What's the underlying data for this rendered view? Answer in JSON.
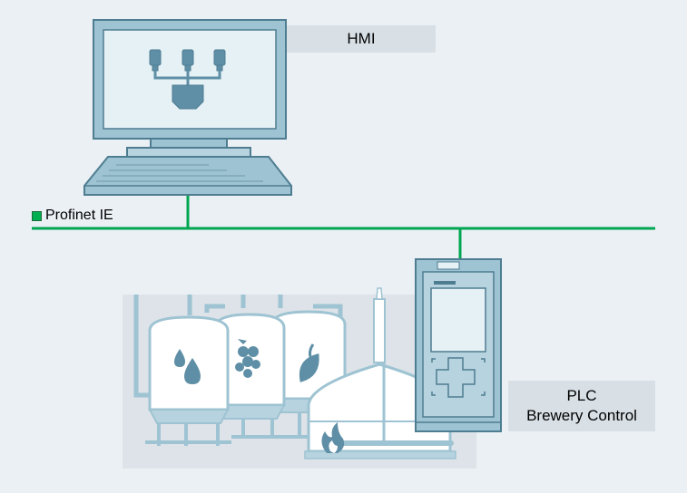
{
  "hmi": {
    "label": "HMI"
  },
  "network": {
    "label": "Profinet IE",
    "color": "#00a651"
  },
  "plc": {
    "label_line1": "PLC",
    "label_line2": "Brewery Control"
  },
  "colors": {
    "background": "#ebf0f5",
    "device_fill": "#9ec3d2",
    "device_stroke": "#4e7d91",
    "screen_fill": "#e6f1f6",
    "tank_fill": "#ffffff",
    "icon_fill": "#5f8fa6",
    "plant_bg": "#dde3e8",
    "label_bg": "#d8e0e6"
  },
  "icons": [
    "monitor-icon",
    "keyboard-icon",
    "tank-network-icon",
    "water-drop-icon",
    "hops-icon",
    "leaf-icon",
    "flame-icon",
    "plc-controller-icon"
  ]
}
